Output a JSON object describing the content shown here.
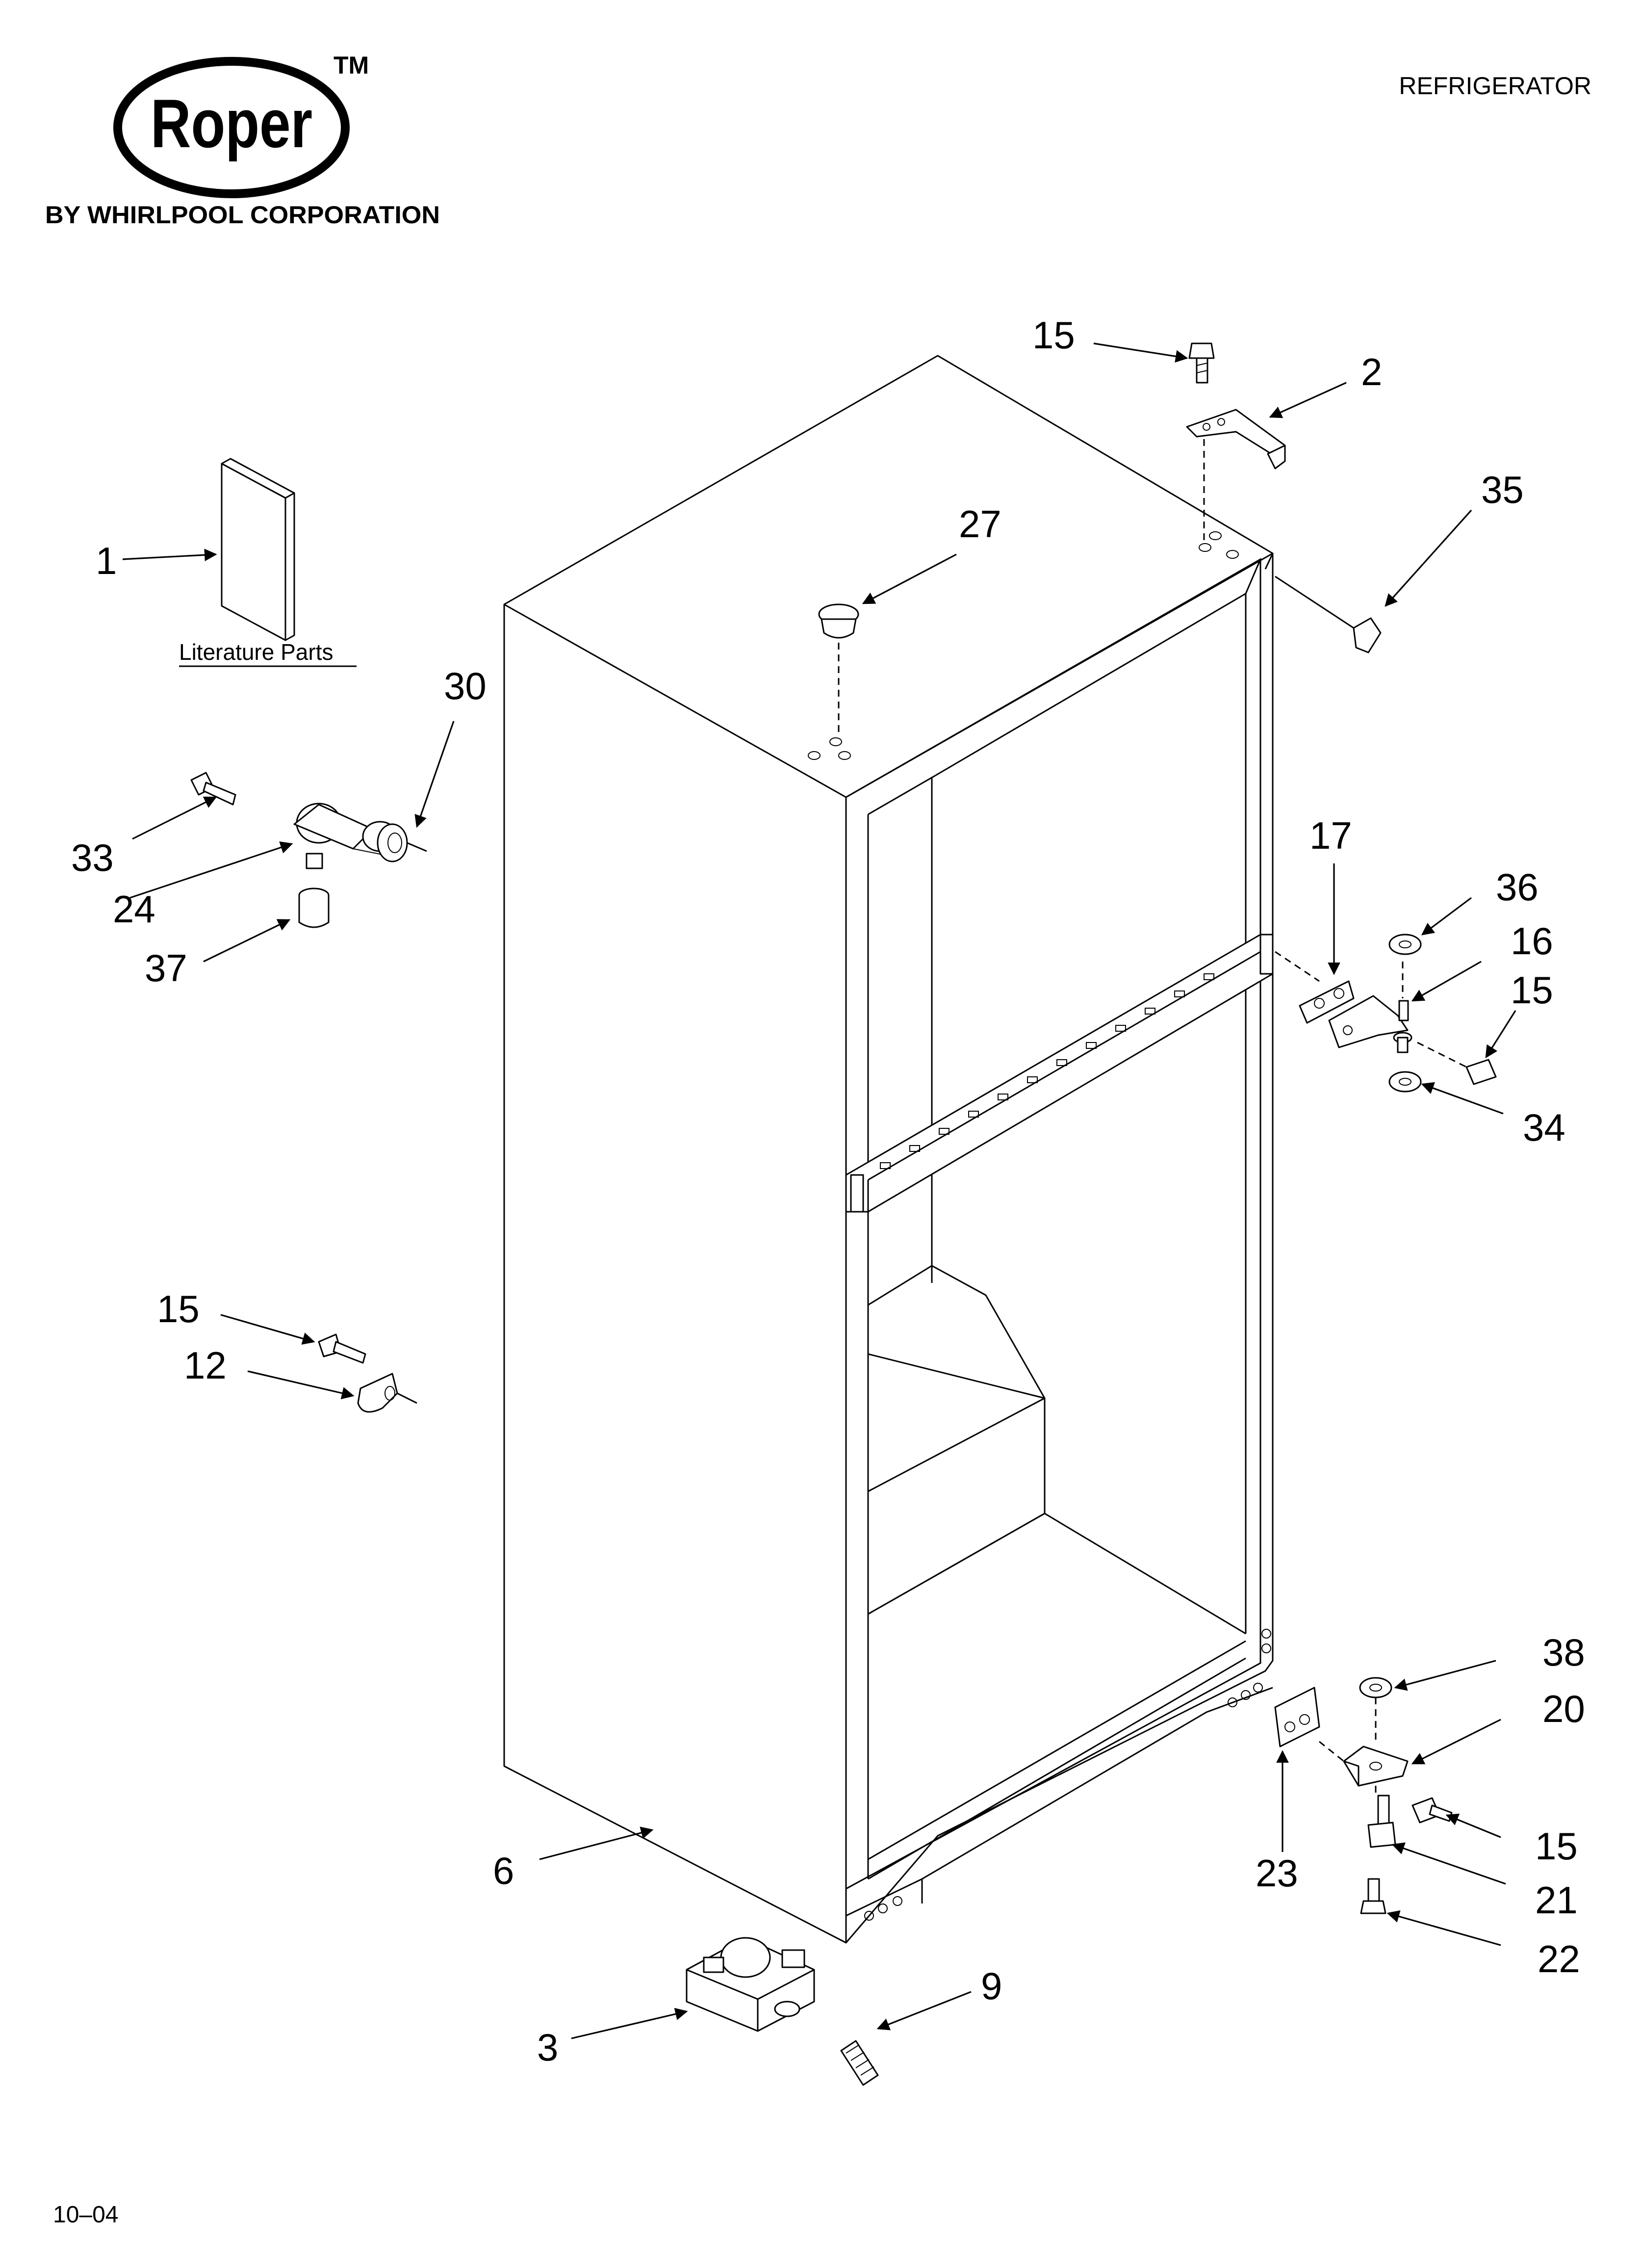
{
  "header": {
    "brand": "Roper",
    "trademark": "TM",
    "byline": "BY WHIRLPOOL CORPORATION",
    "category": "REFRIGERATOR"
  },
  "literature_label": "Literature Parts",
  "callouts": {
    "c1": "1",
    "c2": "2",
    "c3": "3",
    "c6": "6",
    "c9": "9",
    "c12": "12",
    "c15a": "15",
    "c15b": "15",
    "c15c": "15",
    "c15d": "15",
    "c16": "16",
    "c17": "17",
    "c20": "20",
    "c21": "21",
    "c22": "22",
    "c23": "23",
    "c24": "24",
    "c27": "27",
    "c30": "30",
    "c33": "33",
    "c34": "34",
    "c35": "35",
    "c36": "36",
    "c37": "37",
    "c38": "38"
  },
  "footer": {
    "date_code": "10–04"
  }
}
